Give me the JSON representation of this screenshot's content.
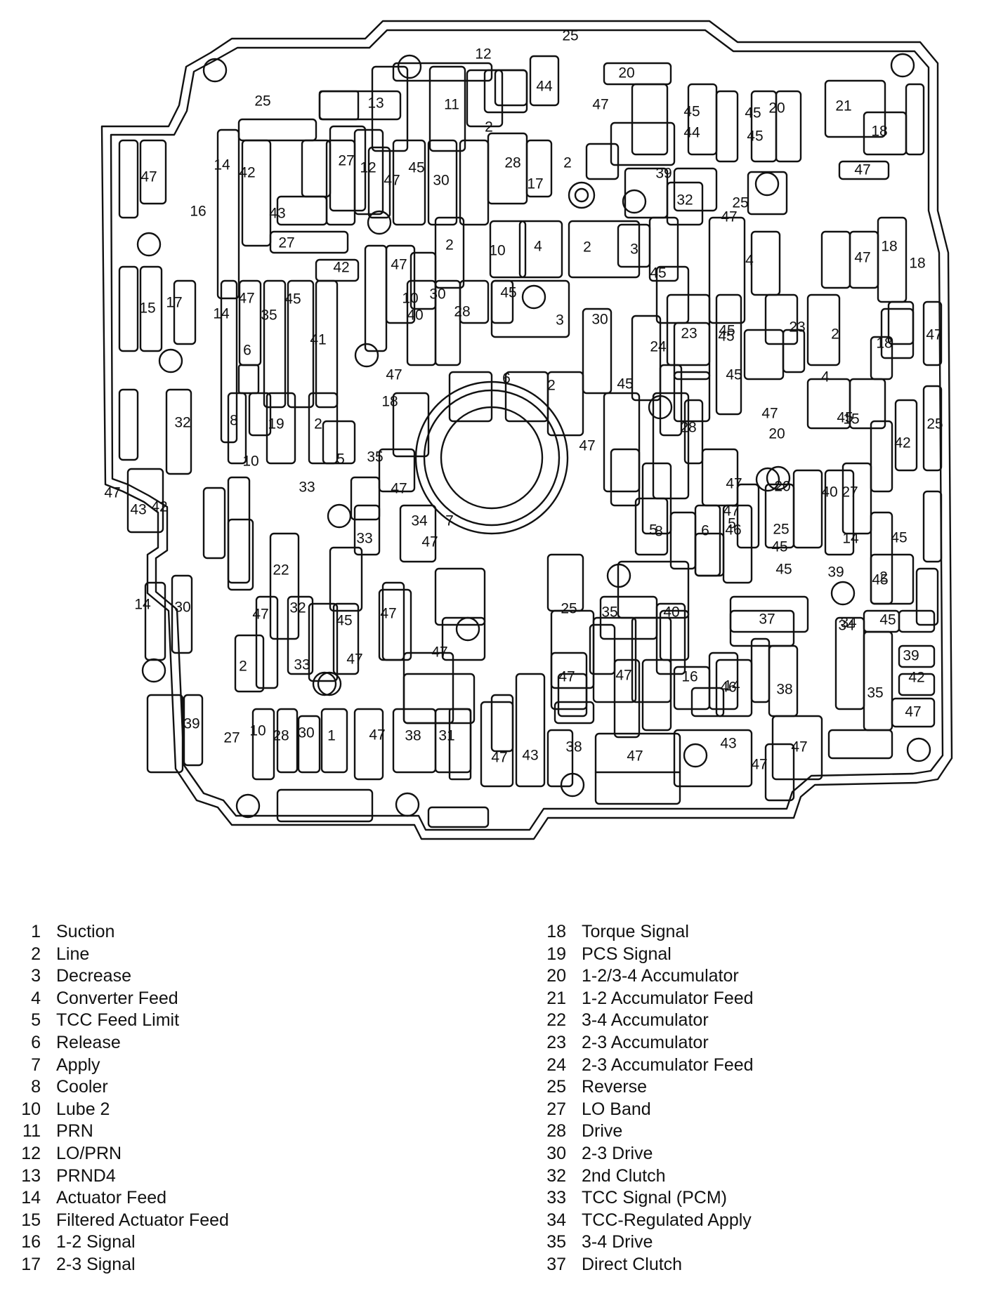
{
  "colors": {
    "ink": "#111111",
    "paper": "#ffffff"
  },
  "diagram": {
    "passage_labels": [
      "25",
      "12",
      "44",
      "20",
      "21",
      "47",
      "25",
      "13",
      "11",
      "45",
      "45",
      "20",
      "45",
      "18",
      "2",
      "44",
      "47",
      "28",
      "17",
      "2",
      "39",
      "47",
      "42",
      "14",
      "16",
      "47",
      "27",
      "12",
      "47",
      "45",
      "30",
      "43",
      "32",
      "25",
      "2",
      "10",
      "4",
      "2",
      "3",
      "45",
      "4",
      "47",
      "18",
      "18",
      "47",
      "27",
      "42",
      "47",
      "45",
      "30",
      "10",
      "45",
      "28",
      "3",
      "30",
      "23",
      "45",
      "23",
      "2",
      "47",
      "15",
      "17",
      "14",
      "35",
      "41",
      "40",
      "24",
      "18",
      "6",
      "4",
      "6",
      "2",
      "47",
      "18",
      "45",
      "45",
      "19",
      "2",
      "32",
      "8",
      "45",
      "47",
      "20",
      "45",
      "42",
      "5",
      "28",
      "47",
      "15",
      "25",
      "47",
      "43",
      "42",
      "47",
      "35",
      "10",
      "33",
      "34",
      "7",
      "5",
      "6",
      "46",
      "25",
      "40",
      "27",
      "14",
      "39",
      "33",
      "47",
      "8",
      "5",
      "45",
      "47",
      "45",
      "47",
      "20",
      "45",
      "2",
      "45",
      "14",
      "30",
      "32",
      "45",
      "22",
      "47",
      "47",
      "25",
      "35",
      "40",
      "37",
      "34",
      "45",
      "34",
      "2",
      "33",
      "47",
      "47",
      "47",
      "47",
      "16",
      "14",
      "46",
      "38",
      "35",
      "39",
      "42",
      "47",
      "39",
      "27",
      "10",
      "28",
      "30",
      "1",
      "47",
      "38",
      "31",
      "47",
      "43",
      "38",
      "47",
      "43",
      "47",
      "47"
    ]
  },
  "legend": {
    "left": [
      {
        "code": "1",
        "label": "Suction"
      },
      {
        "code": "2",
        "label": "Line"
      },
      {
        "code": "3",
        "label": "Decrease"
      },
      {
        "code": "4",
        "label": "Converter Feed"
      },
      {
        "code": "5",
        "label": "TCC Feed Limit"
      },
      {
        "code": "6",
        "label": "Release"
      },
      {
        "code": "7",
        "label": "Apply"
      },
      {
        "code": "8",
        "label": "Cooler"
      },
      {
        "code": "10",
        "label": "Lube 2"
      },
      {
        "code": "11",
        "label": "PRN"
      },
      {
        "code": "12",
        "label": "LO/PRN"
      },
      {
        "code": "13",
        "label": "PRND4"
      },
      {
        "code": "14",
        "label": "Actuator Feed"
      },
      {
        "code": "15",
        "label": "Filtered Actuator Feed"
      },
      {
        "code": "16",
        "label": "1-2 Signal"
      },
      {
        "code": "17",
        "label": "2-3 Signal"
      }
    ],
    "right": [
      {
        "code": "18",
        "label": "Torque Signal"
      },
      {
        "code": "19",
        "label": "PCS Signal"
      },
      {
        "code": "20",
        "label": "1-2/3-4 Accumulator"
      },
      {
        "code": "21",
        "label": "1-2 Accumulator Feed"
      },
      {
        "code": "22",
        "label": "3-4 Accumulator"
      },
      {
        "code": "23",
        "label": "2-3 Accumulator"
      },
      {
        "code": "24",
        "label": "2-3 Accumulator Feed"
      },
      {
        "code": "25",
        "label": "Reverse"
      },
      {
        "code": "27",
        "label": "LO Band"
      },
      {
        "code": "28",
        "label": "Drive"
      },
      {
        "code": "30",
        "label": "2-3 Drive"
      },
      {
        "code": "32",
        "label": "2nd Clutch"
      },
      {
        "code": "33",
        "label": "TCC Signal (PCM)"
      },
      {
        "code": "34",
        "label": "TCC-Regulated Apply"
      },
      {
        "code": "35",
        "label": "3-4 Drive"
      },
      {
        "code": "37",
        "label": "Direct Clutch"
      }
    ]
  }
}
